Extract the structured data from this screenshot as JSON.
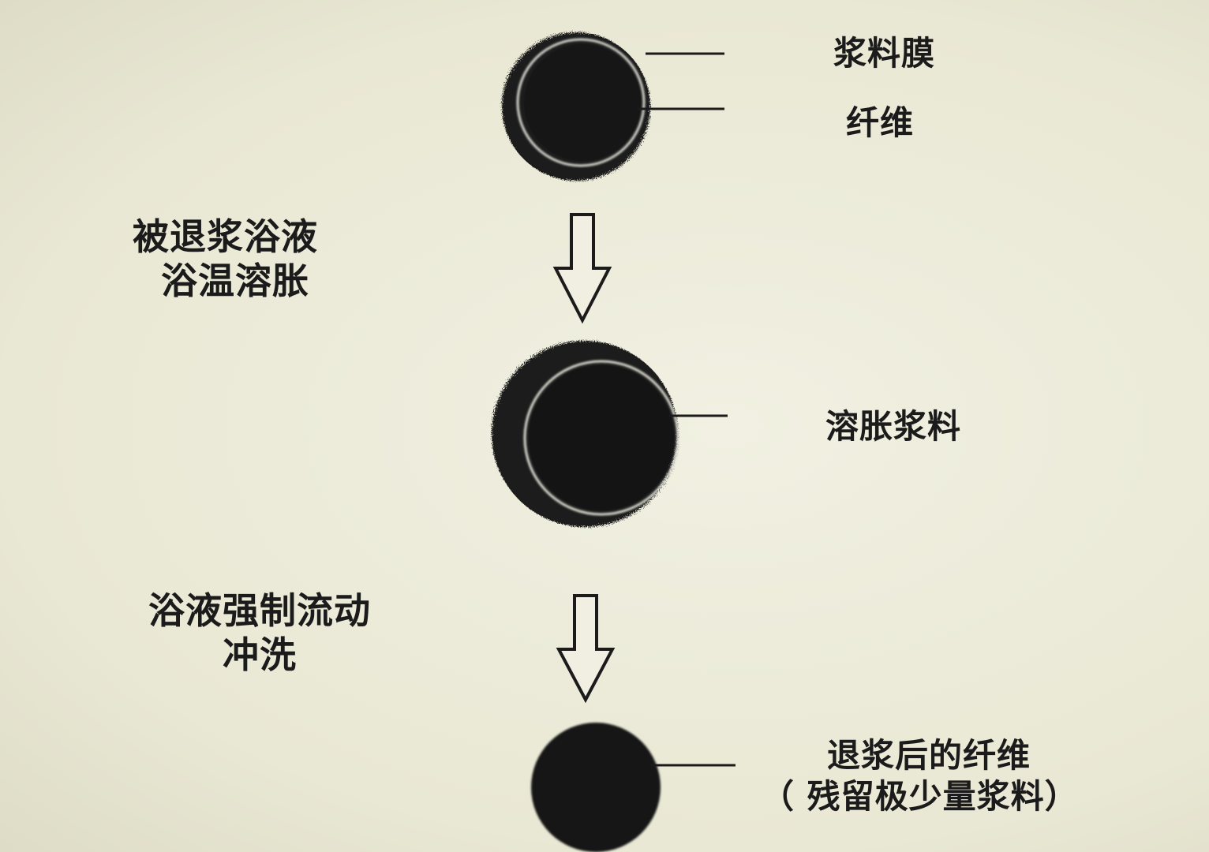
{
  "labels": {
    "size_film": "浆料膜",
    "fiber": "纤维",
    "step1_line1": "被退浆浴液",
    "step1_line2": "浴温溶胀",
    "swollen_size": "溶胀浆料",
    "step2_line1": "浴液强制流动",
    "step2_line2": "冲洗",
    "result_line1": "退浆后的纤维",
    "result_line2": "（ 残留极少量浆料）"
  },
  "colors": {
    "background": "#ecebd9",
    "ink": "#1b1b1b",
    "ring_highlight": "#d8d8d0"
  }
}
